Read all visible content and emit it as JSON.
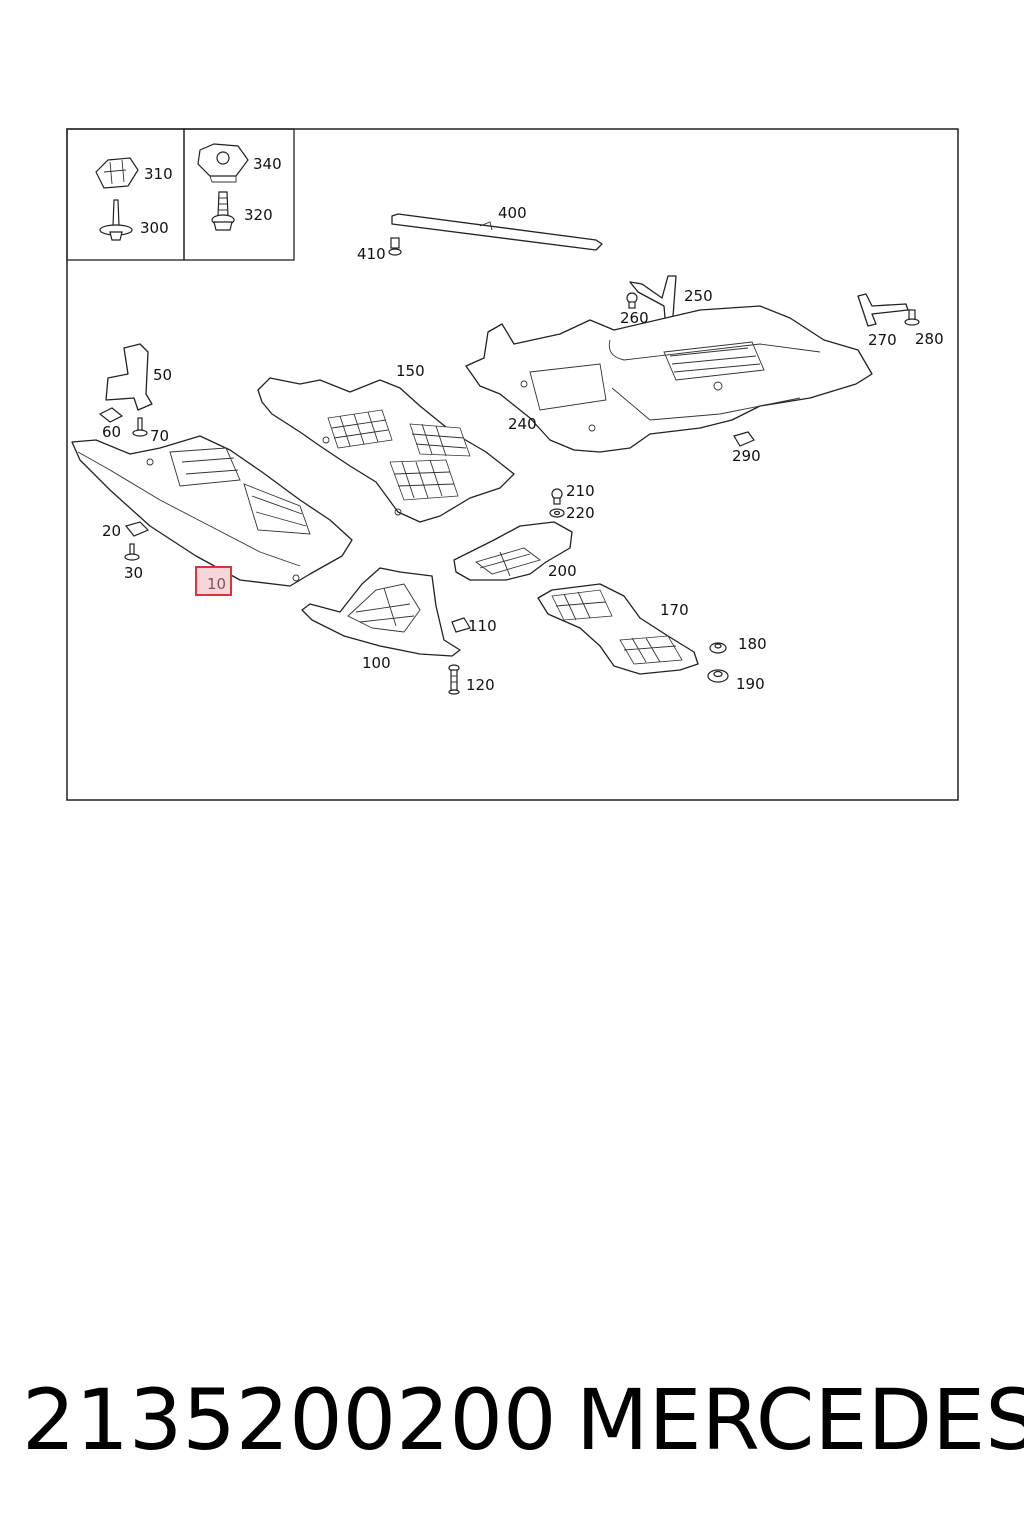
{
  "diagram": {
    "callouts": {
      "c10": "10",
      "c20": "20",
      "c30": "30",
      "c50": "50",
      "c60": "60",
      "c70": "70",
      "c100": "100",
      "c110": "110",
      "c120": "120",
      "c150": "150",
      "c170": "170",
      "c180": "180",
      "c190": "190",
      "c200": "200",
      "c210": "210",
      "c220": "220",
      "c240": "240",
      "c250": "250",
      "c260": "260",
      "c270": "270",
      "c280": "280",
      "c290": "290",
      "c300": "300",
      "c310": "310",
      "c320": "320",
      "c340": "340",
      "c400": "400",
      "c410": "410"
    },
    "highlight_color": "#d9343a",
    "highlight_fill": "#f6d6d8"
  },
  "footer": {
    "part_number": "2135200200",
    "brand": "MERCEDES"
  }
}
